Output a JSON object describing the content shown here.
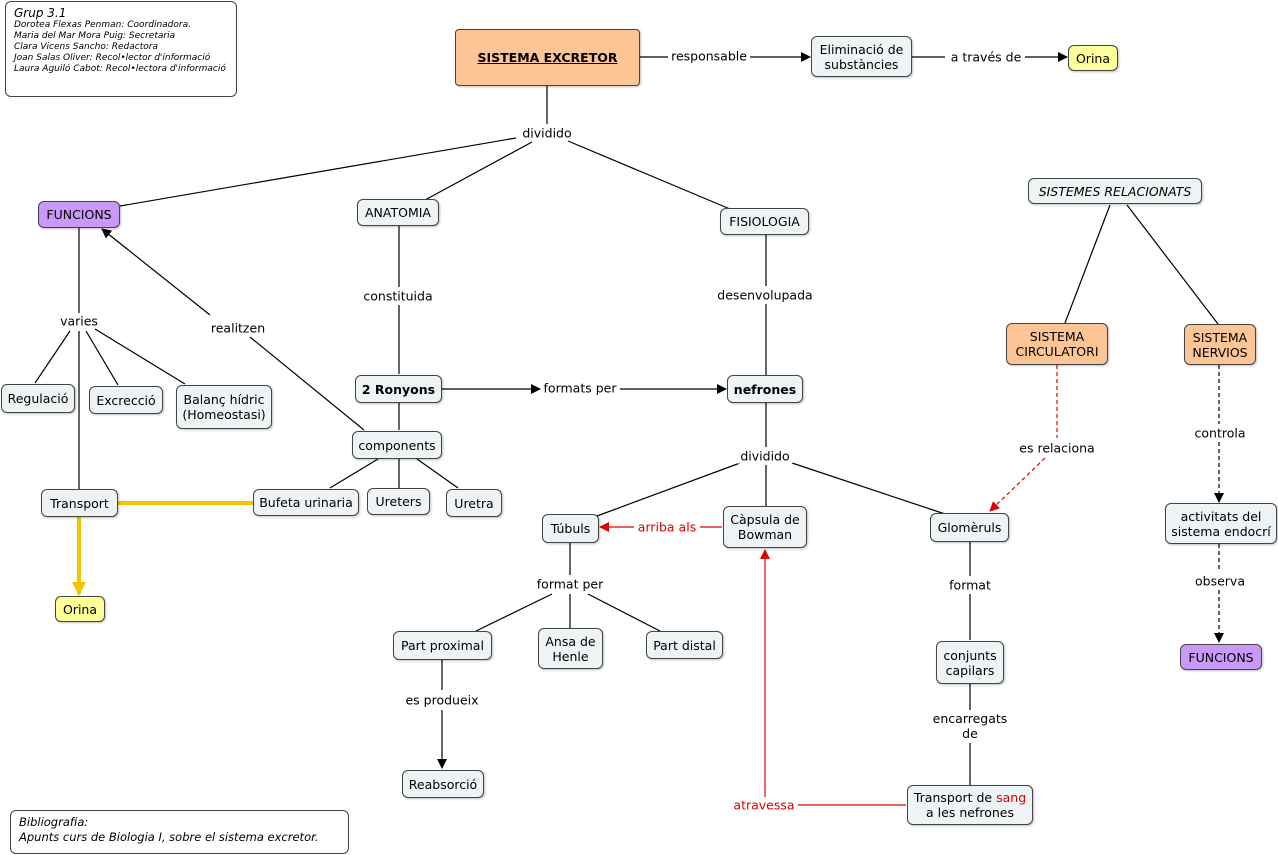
{
  "credits": {
    "title": "Grup 3.1",
    "members": [
      "Dorotea Flexas Penman: Coordinadora.",
      "Maria del Mar Mora Puig: Secretaria",
      "Clara Vicens Sancho: Redactora",
      "Joan Salas Oliver: Recol•lector d'informació",
      "Laura Aguiló Cabot: Recol•lectora d'informació"
    ]
  },
  "bibliography": {
    "title": "Bibliografia:",
    "text": "Apunts curs de Biologia I, sobre el sistema excretor."
  },
  "nodes": {
    "sistema_excretor": "SISTEMA EXCRETOR",
    "eliminacio": [
      "Eliminació de",
      "substàncies"
    ],
    "orina_top": "Orina",
    "funcions": "FUNCIONS",
    "anatomia": "ANATOMIA",
    "fisiologia": "FISIOLOGIA",
    "sistemes_relacionats": "SISTEMES RELACIONATS",
    "regulacio": "Regulació",
    "excrecio": "Excrecció",
    "balanc": [
      "Balanç hídric",
      "(Homeostasi)"
    ],
    "ronyons": "2 Ronyons",
    "nefrones": "nefrones",
    "components": "components",
    "transport": "Transport",
    "bufeta": "Bufeta urinaria",
    "ureters": "Ureters",
    "uretra": "Uretra",
    "orina_left": "Orina",
    "tubuls": "Túbuls",
    "capsula": [
      "Càpsula de",
      "Bowman"
    ],
    "glomeruls": "Glomèruls",
    "part_proximal": "Part proximal",
    "ansa": [
      "Ansa de",
      "Henle"
    ],
    "part_distal": "Part distal",
    "reabsorcio": "Reabsorció",
    "conjunts": [
      "conjunts",
      "capilars"
    ],
    "transport_sang": {
      "pre": "Transport de ",
      "red": "sang",
      "line2": "a les nefrones"
    },
    "circulatori": [
      "SISTEMA",
      "CIRCULATORI"
    ],
    "nervios": [
      "SISTEMA",
      "NERVIOS"
    ],
    "activitats": [
      "activitats del",
      "sistema endocrí"
    ],
    "funcions_right": "FUNCIONS"
  },
  "links": {
    "responsable": "responsable",
    "a_traves_de": "a través de",
    "dividido_top": "dividido",
    "constituida": "constituida",
    "desenvolupada": "desenvolupada",
    "varies": "varies",
    "realitzen": "realitzen",
    "formats_per": "formats per",
    "dividido_mid": "dividido",
    "arriba_als": "arriba als",
    "format_per": "format per",
    "es_produeix": "es produeix",
    "format": "format",
    "encarregats_de": [
      "encarregats",
      "de"
    ],
    "atravessa": "atravessa",
    "es_relaciona": "es relaciona",
    "controla": "controla",
    "observa": "observa"
  },
  "colors": {
    "node_fill": "#eef4f5",
    "main_fill": "#fdc596",
    "yellow_fill": "#ffff99",
    "purple_fill": "#c999fa",
    "red": "#e00000",
    "highlight": "#f5c400"
  }
}
